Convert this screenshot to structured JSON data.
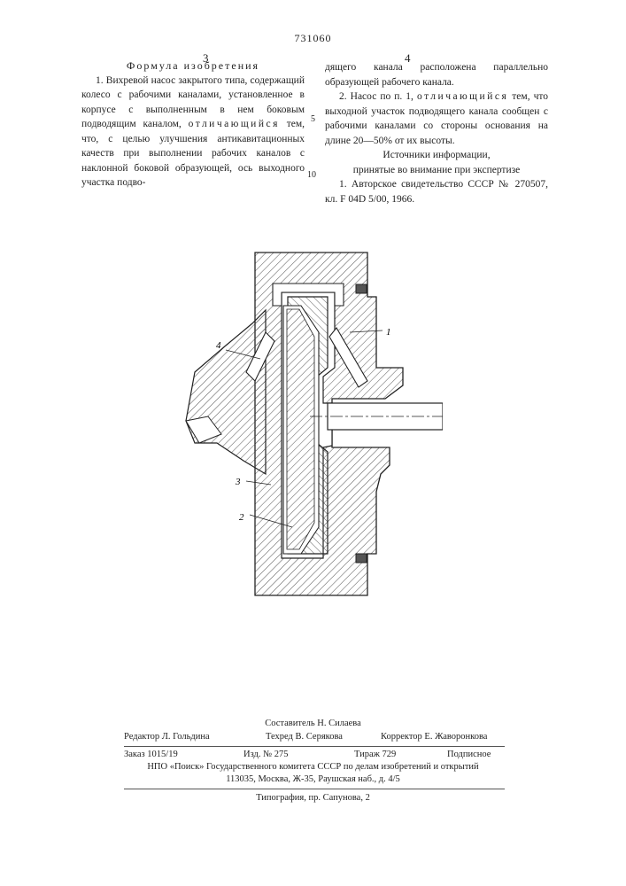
{
  "header": {
    "patent_number": "731060"
  },
  "left_column": {
    "page_number": "3",
    "heading": "Формула изобретения",
    "claim1_intro": "1. Вихревой насос закрытого типа, содержащий колесо с рабочими каналами, установленное в корпусе с выполненным в нем боковым подводящим каналом,",
    "claim1_spaced": "отличающийся",
    "claim1_rest": "тем, что, с целью улучшения антикавитационных качеств при выполнении рабочих каналов с наклонной боковой образующей, ось выходного участка подво-"
  },
  "right_column": {
    "page_number": "4",
    "continuation": "дящего канала расположена параллельно образующей рабочего канала.",
    "claim2_intro": "2. Насос по п. 1,",
    "claim2_spaced": "отличающийся",
    "claim2_rest": "тем, что выходной участок подводящего канала сообщен с рабочими каналами со стороны основания на длине 20—50% от их высоты.",
    "sources_title1": "Источники информации,",
    "sources_title2": "принятые во внимание при экспертизе",
    "source1": "1. Авторское свидетельство СССР № 270507, кл. F 04D 5/00, 1966."
  },
  "line_numbers": {
    "n5": "5",
    "n10": "10"
  },
  "figure": {
    "labels": {
      "l1": "1",
      "l2": "2",
      "l3": "3",
      "l4": "4"
    }
  },
  "imprint": {
    "compiler": "Составитель Н. Силаева",
    "editor": "Редактор Л. Гольдина",
    "techred": "Техред В. Серякова",
    "corrector": "Корректор Е. Жаворонкова",
    "order": "Заказ 1015/19",
    "edition": "Изд. № 275",
    "circulation": "Тираж 729",
    "subscription": "Подписное",
    "org": "НПО «Поиск» Государственного комитета СССР по делам изобретений и открытий",
    "address": "113035, Москва, Ж-35, Раушская наб., д. 4/5",
    "printing": "Типография, пр. Сапунова, 2"
  }
}
